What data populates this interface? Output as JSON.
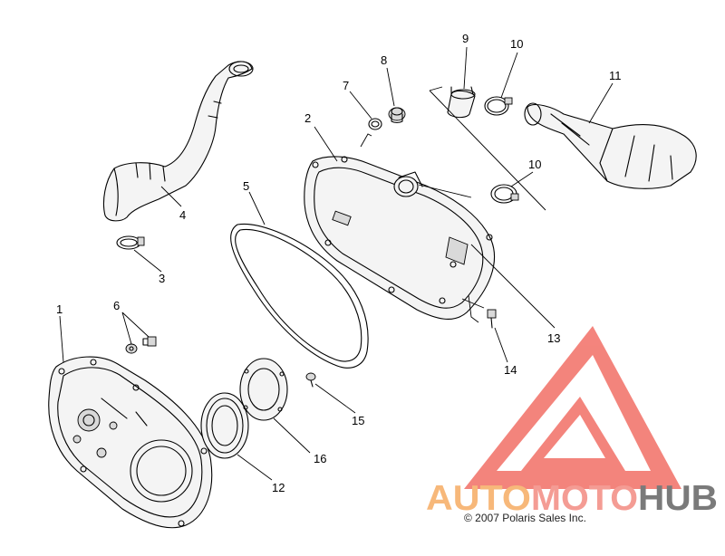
{
  "callouts": {
    "c1": "1",
    "c2": "2",
    "c3": "3",
    "c4": "4",
    "c5": "5",
    "c6": "6",
    "c7": "7",
    "c8": "8",
    "c9": "9",
    "c10a": "10",
    "c10b": "10",
    "c11": "11",
    "c12": "12",
    "c13": "13",
    "c14": "14",
    "c15": "15",
    "c16": "16"
  },
  "watermark": {
    "part1": "AUTO",
    "part2": "MOTO",
    "part3": "HUB",
    "colors": {
      "auto": "#f7b87a",
      "moto": "#f49c94",
      "hub": "#7a7a7a",
      "logo": "#f26f66"
    }
  },
  "copyright": "© 2007 Polaris Sales Inc."
}
